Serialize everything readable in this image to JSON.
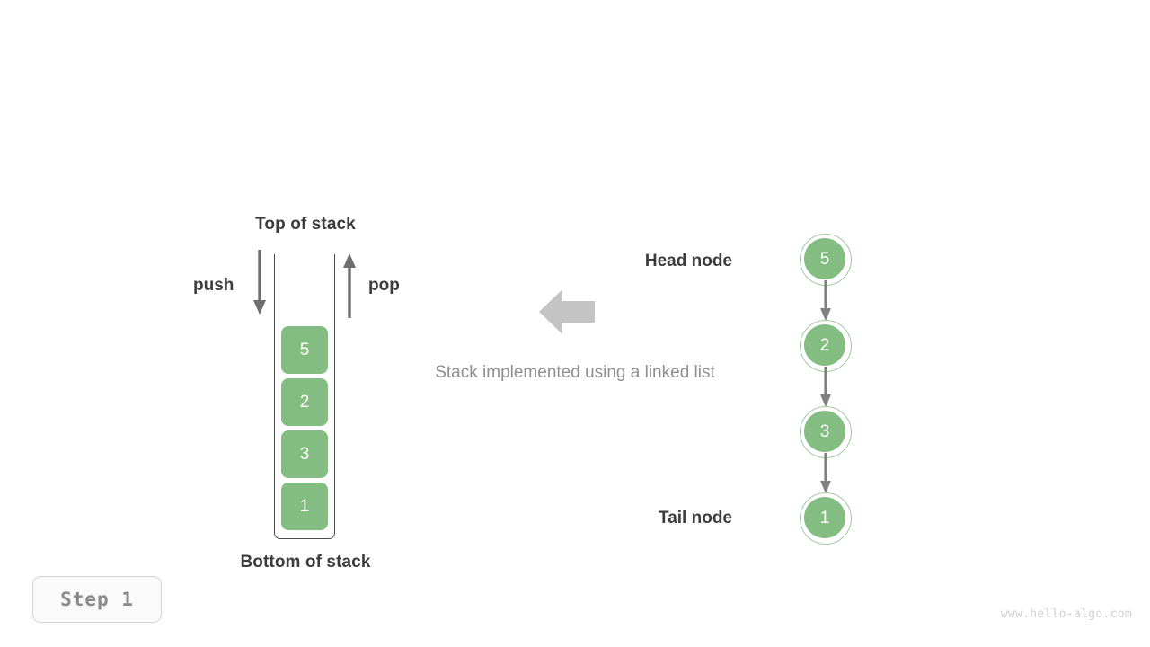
{
  "diagram": {
    "title_top": "Top of stack",
    "title_bottom": "Bottom of stack",
    "caption": "Stack implemented using a linked list",
    "push_label": "push",
    "pop_label": "pop",
    "head_label": "Head node",
    "tail_label": "Tail node",
    "step_badge": "Step  1",
    "watermark": "www.hello-algo.com"
  },
  "stack": {
    "items": [
      {
        "value": "5"
      },
      {
        "value": "2"
      },
      {
        "value": "3"
      },
      {
        "value": "1"
      }
    ]
  },
  "linked_list": {
    "nodes": [
      {
        "value": "5"
      },
      {
        "value": "2"
      },
      {
        "value": "3"
      },
      {
        "value": "1"
      }
    ]
  },
  "colors": {
    "node_fill": "#84bd82",
    "node_ring": "#9ccc9a",
    "container_border": "#4a4a4a",
    "arrow_gray": "#6e6e6e",
    "big_arrow": "#c4c4c4",
    "text_dark": "#3c3c3c",
    "text_muted": "#909090",
    "watermark": "#cfcfcf"
  }
}
